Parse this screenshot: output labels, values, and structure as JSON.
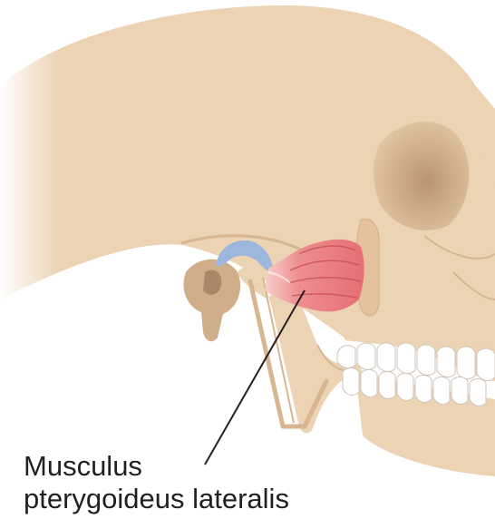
{
  "label": {
    "line1": "Musculus",
    "line2": "pterygoideus lateralis"
  },
  "colors": {
    "bone": "#ecd3b4",
    "bone_shadow": "#d7b691",
    "orbit": "#c9a57f",
    "cartilage_disc": "#9db6de",
    "muscle": "#e8757a",
    "muscle_highlight": "#f6b3b2",
    "teeth": "#ffffff",
    "leader_line": "#231f20"
  },
  "icons": {
    "skull": "skull-side-view-illustration",
    "muscle": "lateral-pterygoid-muscle",
    "disc": "articular-disc"
  }
}
